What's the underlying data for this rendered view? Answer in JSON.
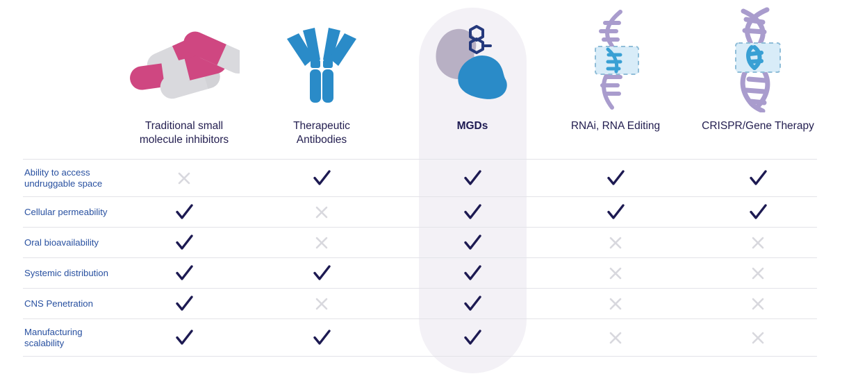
{
  "page": {
    "title": "Modality comparison matrix",
    "background": "#ffffff",
    "highlight_color": "#f3f1f6",
    "check_color": "#1d1a52",
    "cross_color": "#d8d8de",
    "row_label_color": "#2850a0",
    "header_color": "#221d4f",
    "divider_color": "#e3e3e8"
  },
  "columns": [
    {
      "id": "small-molecule",
      "label": "Traditional small\nmolecule inhibitors",
      "icon": "capsules-icon",
      "emphasized": false
    },
    {
      "id": "antibodies",
      "label": "Therapeutic\nAntibodies",
      "icon": "antibody-icon",
      "emphasized": false
    },
    {
      "id": "mgds",
      "label": "MGDs",
      "icon": "protein-blobs-molecule-icon",
      "emphasized": true
    },
    {
      "id": "rnai",
      "label": "RNAi, RNA Editing",
      "icon": "rna-strand-highlight-icon",
      "emphasized": false
    },
    {
      "id": "crispr",
      "label": "CRISPR/Gene Therapy",
      "icon": "dna-helix-highlight-icon",
      "emphasized": false
    }
  ],
  "rows": [
    {
      "label": "Ability to access\nundruggable space",
      "values": [
        "cross",
        "check",
        "check",
        "check",
        "check"
      ]
    },
    {
      "label": "Cellular permeability",
      "values": [
        "check",
        "cross",
        "check",
        "check",
        "check"
      ]
    },
    {
      "label": "Oral bioavailability",
      "values": [
        "check",
        "cross",
        "check",
        "cross",
        "cross"
      ]
    },
    {
      "label": "Systemic distribution",
      "values": [
        "check",
        "check",
        "check",
        "cross",
        "cross"
      ]
    },
    {
      "label": "CNS Penetration",
      "values": [
        "check",
        "cross",
        "check",
        "cross",
        "cross"
      ]
    },
    {
      "label": "Manufacturing\nscalability",
      "values": [
        "check",
        "check",
        "check",
        "cross",
        "cross"
      ]
    }
  ],
  "marks": {
    "check_name": "check-icon",
    "cross_name": "cross-icon"
  }
}
